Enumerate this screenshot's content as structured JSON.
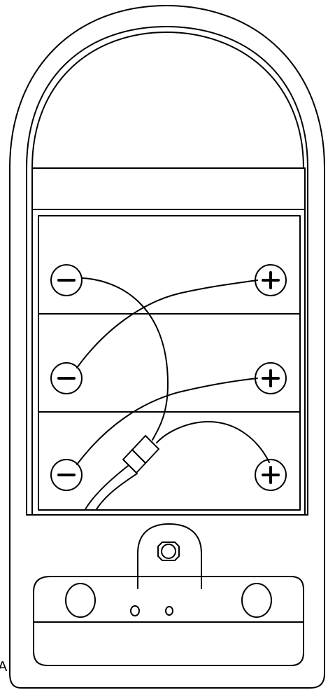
{
  "diagram": {
    "stroke_color": "#000000",
    "background_color": "#ffffff",
    "edge_label": "A",
    "terminals": [
      {
        "row": "top",
        "left": "negative",
        "right": "positive"
      },
      {
        "row": "middle",
        "left": "negative",
        "right": "positive"
      },
      {
        "row": "bottom",
        "left": "negative",
        "right": "positive"
      }
    ],
    "terminal_symbols": {
      "negative": "minus-sign",
      "positive": "plus-sign"
    },
    "components": [
      "outer-case",
      "battery-compartment",
      "wiring",
      "inline-connector",
      "mounting-tab",
      "bottom-panel"
    ]
  }
}
